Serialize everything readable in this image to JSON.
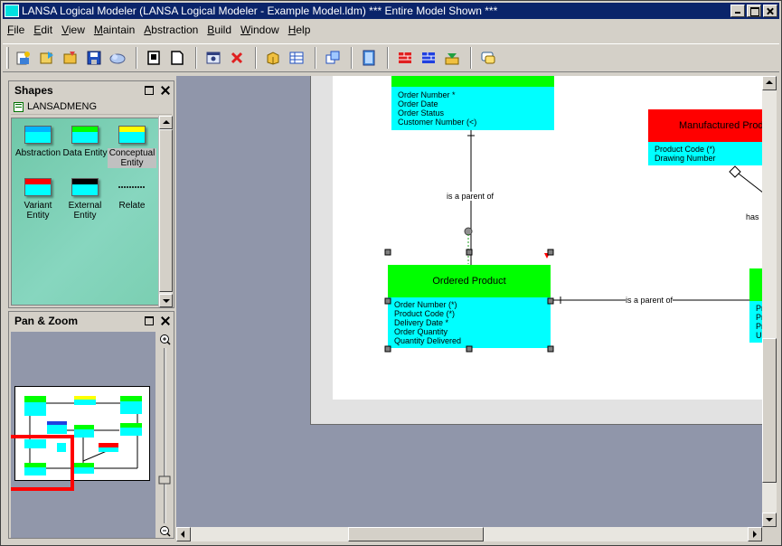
{
  "window": {
    "title": "LANSA Logical Modeler (LANSA Logical Modeler - Example Model.ldm) *** Entire Model Shown ***"
  },
  "menu": [
    {
      "label": "File",
      "key": "F",
      "rest": "ile"
    },
    {
      "label": "Edit",
      "key": "E",
      "rest": "dit"
    },
    {
      "label": "View",
      "key": "V",
      "rest": "iew"
    },
    {
      "label": "Maintain",
      "key": "M",
      "rest": "aintain"
    },
    {
      "label": "Abstraction",
      "key": "A",
      "rest": "bstraction"
    },
    {
      "label": "Build",
      "key": "B",
      "rest": "uild"
    },
    {
      "label": "Window",
      "key": "W",
      "rest": "indow"
    },
    {
      "label": "Help",
      "key": "H",
      "rest": "elp"
    }
  ],
  "toolbar": {
    "icons": [
      "new-model-icon",
      "open-icon",
      "open-folder-icon",
      "save-icon",
      "cloud-icon",
      "new-page-icon",
      "blank-page-icon",
      "properties-icon",
      "delete-icon",
      "box-icon",
      "grid-icon",
      "layers-icon",
      "book-icon",
      "brick-red-icon",
      "brick-blue-icon",
      "import-icon",
      "chat-icon"
    ]
  },
  "shapes_panel": {
    "title": "Shapes",
    "tree_item": "LANSADMENG",
    "items": [
      {
        "label1": "Abstraction",
        "label2": "",
        "bar": "#00b4ff",
        "body": "#00ffff"
      },
      {
        "label1": "Data Entity",
        "label2": "",
        "bar": "#00ff00",
        "body": "#00ffff"
      },
      {
        "label1": "Conceptual",
        "label2": "Entity",
        "bar": "#ffff00",
        "body": "#00ffff"
      },
      {
        "label1": "Variant",
        "label2": "Entity",
        "bar": "#ff0000",
        "body": "#00ffff"
      },
      {
        "label1": "External",
        "label2": "Entity",
        "bar": "#000000",
        "body": "#00ffff"
      },
      {
        "label1": "Relate",
        "label2": "",
        "bar": "",
        "body": ""
      }
    ]
  },
  "pan_panel": {
    "title": "Pan & Zoom"
  },
  "diagram": {
    "colors": {
      "green": "#00ff00",
      "cyan": "#00ffff",
      "red": "#ff0000"
    },
    "entity_top": {
      "attributes": [
        "Order Number *",
        "Order Date",
        "Order Status",
        "Customer Number (<)"
      ]
    },
    "entity_manufactured": {
      "title": "Manufactured Prod",
      "attributes": [
        "Product Code (*)",
        "Drawing Number"
      ]
    },
    "entity_ordered": {
      "title": "Ordered Product",
      "attributes": [
        "Order Number (*)",
        "Product Code (*)",
        "Delivery Date *",
        "Order Quantity",
        "Quantity Delivered"
      ]
    },
    "entity_right": {
      "attributes": [
        "Pr",
        "Pr",
        "Pr",
        "U"
      ]
    },
    "relations": {
      "parent_vertical": "is a parent of",
      "parent_horizontal": "is a parent of",
      "has": "has"
    }
  }
}
